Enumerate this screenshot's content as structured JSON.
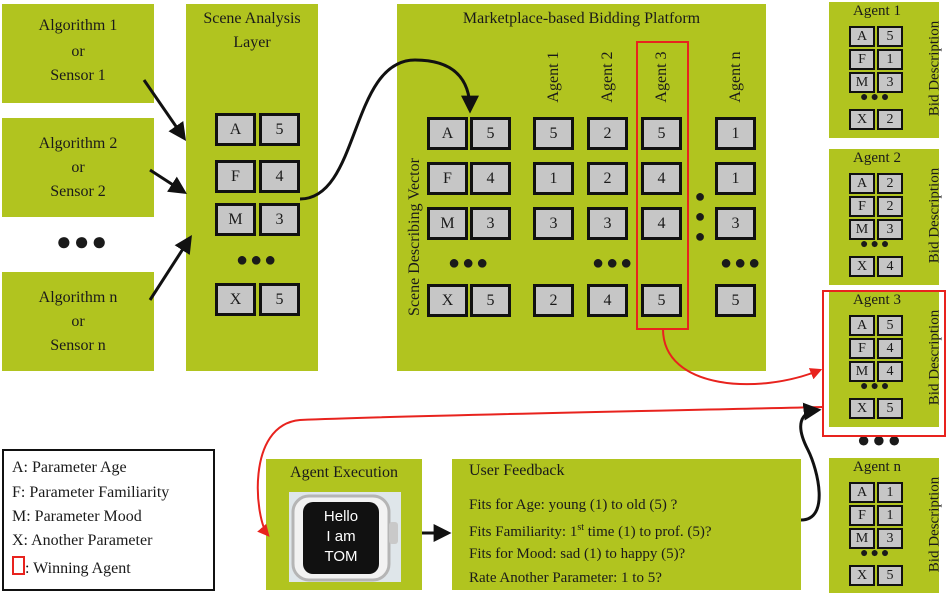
{
  "sources": [
    {
      "line1": "Algorithm 1",
      "line2": "or",
      "line3": "Sensor  1"
    },
    {
      "line1": "Algorithm 2",
      "line2": "or",
      "line3": "Sensor  2"
    },
    {
      "line1": "Algorithm n",
      "line2": "or",
      "line3": "Sensor  n"
    }
  ],
  "sources_ellipsis": "●●●",
  "scene_layer": {
    "title_line1": "Scene Analysis",
    "title_line2": "Layer",
    "params": [
      "A",
      "F",
      "M",
      "X"
    ],
    "values": [
      "5",
      "4",
      "3",
      "5"
    ]
  },
  "platform": {
    "title": "Marketplace-based Bidding Platform",
    "vector_label": "Scene Describing Vector",
    "vector_params": [
      "A",
      "F",
      "M",
      "X"
    ],
    "vector_values": [
      "5",
      "4",
      "3",
      "5"
    ],
    "agents": [
      {
        "label": "Agent 1",
        "values": [
          "5",
          "1",
          "3",
          "2"
        ]
      },
      {
        "label": "Agent 2",
        "values": [
          "2",
          "2",
          "3",
          "4"
        ]
      },
      {
        "label": "Agent 3",
        "values": [
          "5",
          "4",
          "4",
          "5"
        ]
      },
      {
        "label": "Agent n",
        "values": [
          "1",
          "1",
          "3",
          "5"
        ]
      }
    ]
  },
  "bids": [
    {
      "title": "Agent 1",
      "params": [
        "A",
        "F",
        "M",
        "X"
      ],
      "values": [
        "5",
        "1",
        "3",
        "2"
      ],
      "label": "Bid Description"
    },
    {
      "title": "Agent 2",
      "params": [
        "A",
        "F",
        "M",
        "X"
      ],
      "values": [
        "2",
        "2",
        "3",
        "4"
      ],
      "label": "Bid Description"
    },
    {
      "title": "Agent 3",
      "params": [
        "A",
        "F",
        "M",
        "X"
      ],
      "values": [
        "5",
        "4",
        "4",
        "5"
      ],
      "label": "Bid Description"
    },
    {
      "title": "Agent n",
      "params": [
        "A",
        "F",
        "M",
        "X"
      ],
      "values": [
        "1",
        "1",
        "3",
        "5"
      ],
      "label": "Bid Description"
    }
  ],
  "execution": {
    "title": "Agent Execution",
    "screen_line1": "Hello",
    "screen_line2": "I am",
    "screen_line3": "TOM"
  },
  "feedback": {
    "title": "User Feedback",
    "q1": "Fits for Age: young (1) to old (5) ?",
    "q2_prefix": "Fits Familiarity: 1",
    "q2_sup": "st",
    "q2_suffix": " time (1) to prof. (5)?",
    "q3": "Fits for Mood: sad (1) to happy (5)?",
    "q4": "Rate Another Parameter: 1 to 5?"
  },
  "legend": {
    "a": "A:  Parameter Age",
    "f": "F:  Parameter Familiarity",
    "m": "M: Parameter Mood",
    "x": "X:  Another Parameter",
    "w": ": Winning Agent"
  },
  "colors": {
    "box": "#b1c41f",
    "cell": "#c6c6c6",
    "highlight": "#e8231e"
  }
}
